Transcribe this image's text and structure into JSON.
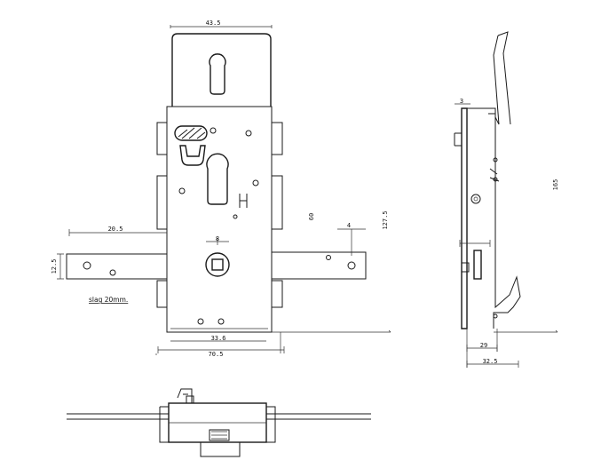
{
  "dimensions": {
    "d_43_5": "43.5",
    "d_20_5": "20.5",
    "d_12_5": "12.5",
    "d_8": "8",
    "d_4": "4",
    "d_60": "60",
    "d_127_5": "127.5",
    "d_33_6": "33.6",
    "d_70_5": "70.5",
    "d_3": "3",
    "d_165": "165",
    "d_29": "29",
    "d_32_5": "32.5"
  },
  "notes": {
    "slag": "slag 20mm."
  }
}
